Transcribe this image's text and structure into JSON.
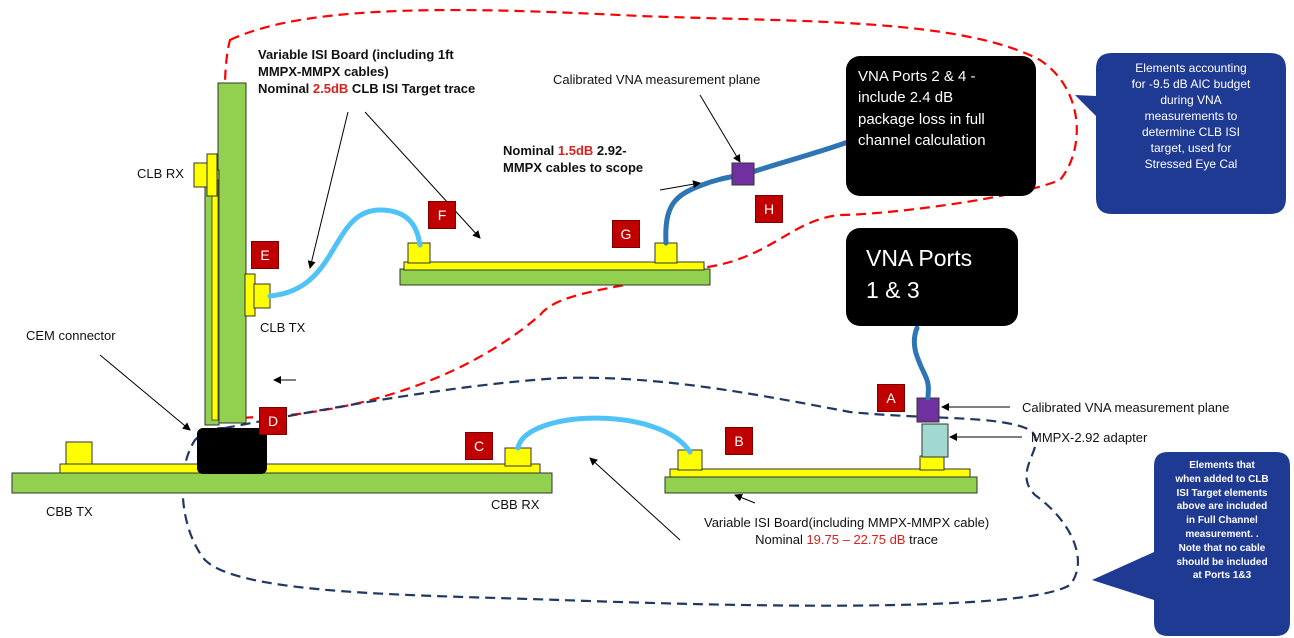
{
  "labels": {
    "isi_top_line1": "Variable ISI Board (including 1ft",
    "isi_top_line2": "MMPX-MMPX cables)",
    "isi_top_line3_pre": "Nominal ",
    "isi_top_line3_val": "2.5dB",
    "isi_top_line3_post": " CLB ISI Target trace",
    "cal_plane_top": "Calibrated VNA measurement plane",
    "cables_line1_pre": "Nominal ",
    "cables_line1_val": "1.5dB",
    "cables_line1_post": " 2.92-",
    "cables_line2": "MMPX cables to scope",
    "clb_rx": "CLB RX",
    "clb_tx": "CLB TX",
    "cem_connector": "CEM connector",
    "cbb_tx": "CBB TX",
    "cbb_rx": "CBB RX",
    "cal_plane_right": "Calibrated VNA measurement plane",
    "adapter": "MMPX-2.92 adapter",
    "isi_bottom_line1": "Variable ISI Board(including MMPX-MMPX cable)",
    "isi_bottom_line2_pre": "Nominal ",
    "isi_bottom_line2_val": "19.75 – 22.75 dB",
    "isi_bottom_line2_post": " trace"
  },
  "boxes": {
    "vna24_lines": [
      "VNA Ports 2 & 4 -",
      "include 2.4 dB",
      "package loss in full",
      "channel calculation"
    ],
    "vna13_lines": [
      "VNA Ports",
      "1 & 3"
    ]
  },
  "callouts": {
    "top_lines": [
      "Elements accounting",
      "for -9.5 dB AIC budget",
      "during VNA",
      "measurements to",
      "determine CLB ISI",
      "target, used for",
      "Stressed Eye Cal"
    ],
    "bottom_lines": [
      "Elements that",
      "when added to CLB",
      "ISI Target elements",
      "above are included",
      "in Full Channel",
      "measurement. .",
      "Note that no cable",
      "should be included",
      "at Ports 1&3"
    ]
  },
  "markers": [
    "A",
    "B",
    "C",
    "D",
    "E",
    "F",
    "G",
    "H"
  ],
  "colors": {
    "board_green": "#92d050",
    "trace_yellow": "#ffff00",
    "cable_blue": "#4fc3f7",
    "vna_cable_blue": "#2e75b6",
    "marker_red": "#c00000",
    "plane_purple": "#7030a0",
    "adapter_teal": "#9fd9cf",
    "dash_red": "#ff0000",
    "dash_navy": "#1f3864",
    "callout_navy": "#1f3a93",
    "value_red": "#d9201c"
  }
}
